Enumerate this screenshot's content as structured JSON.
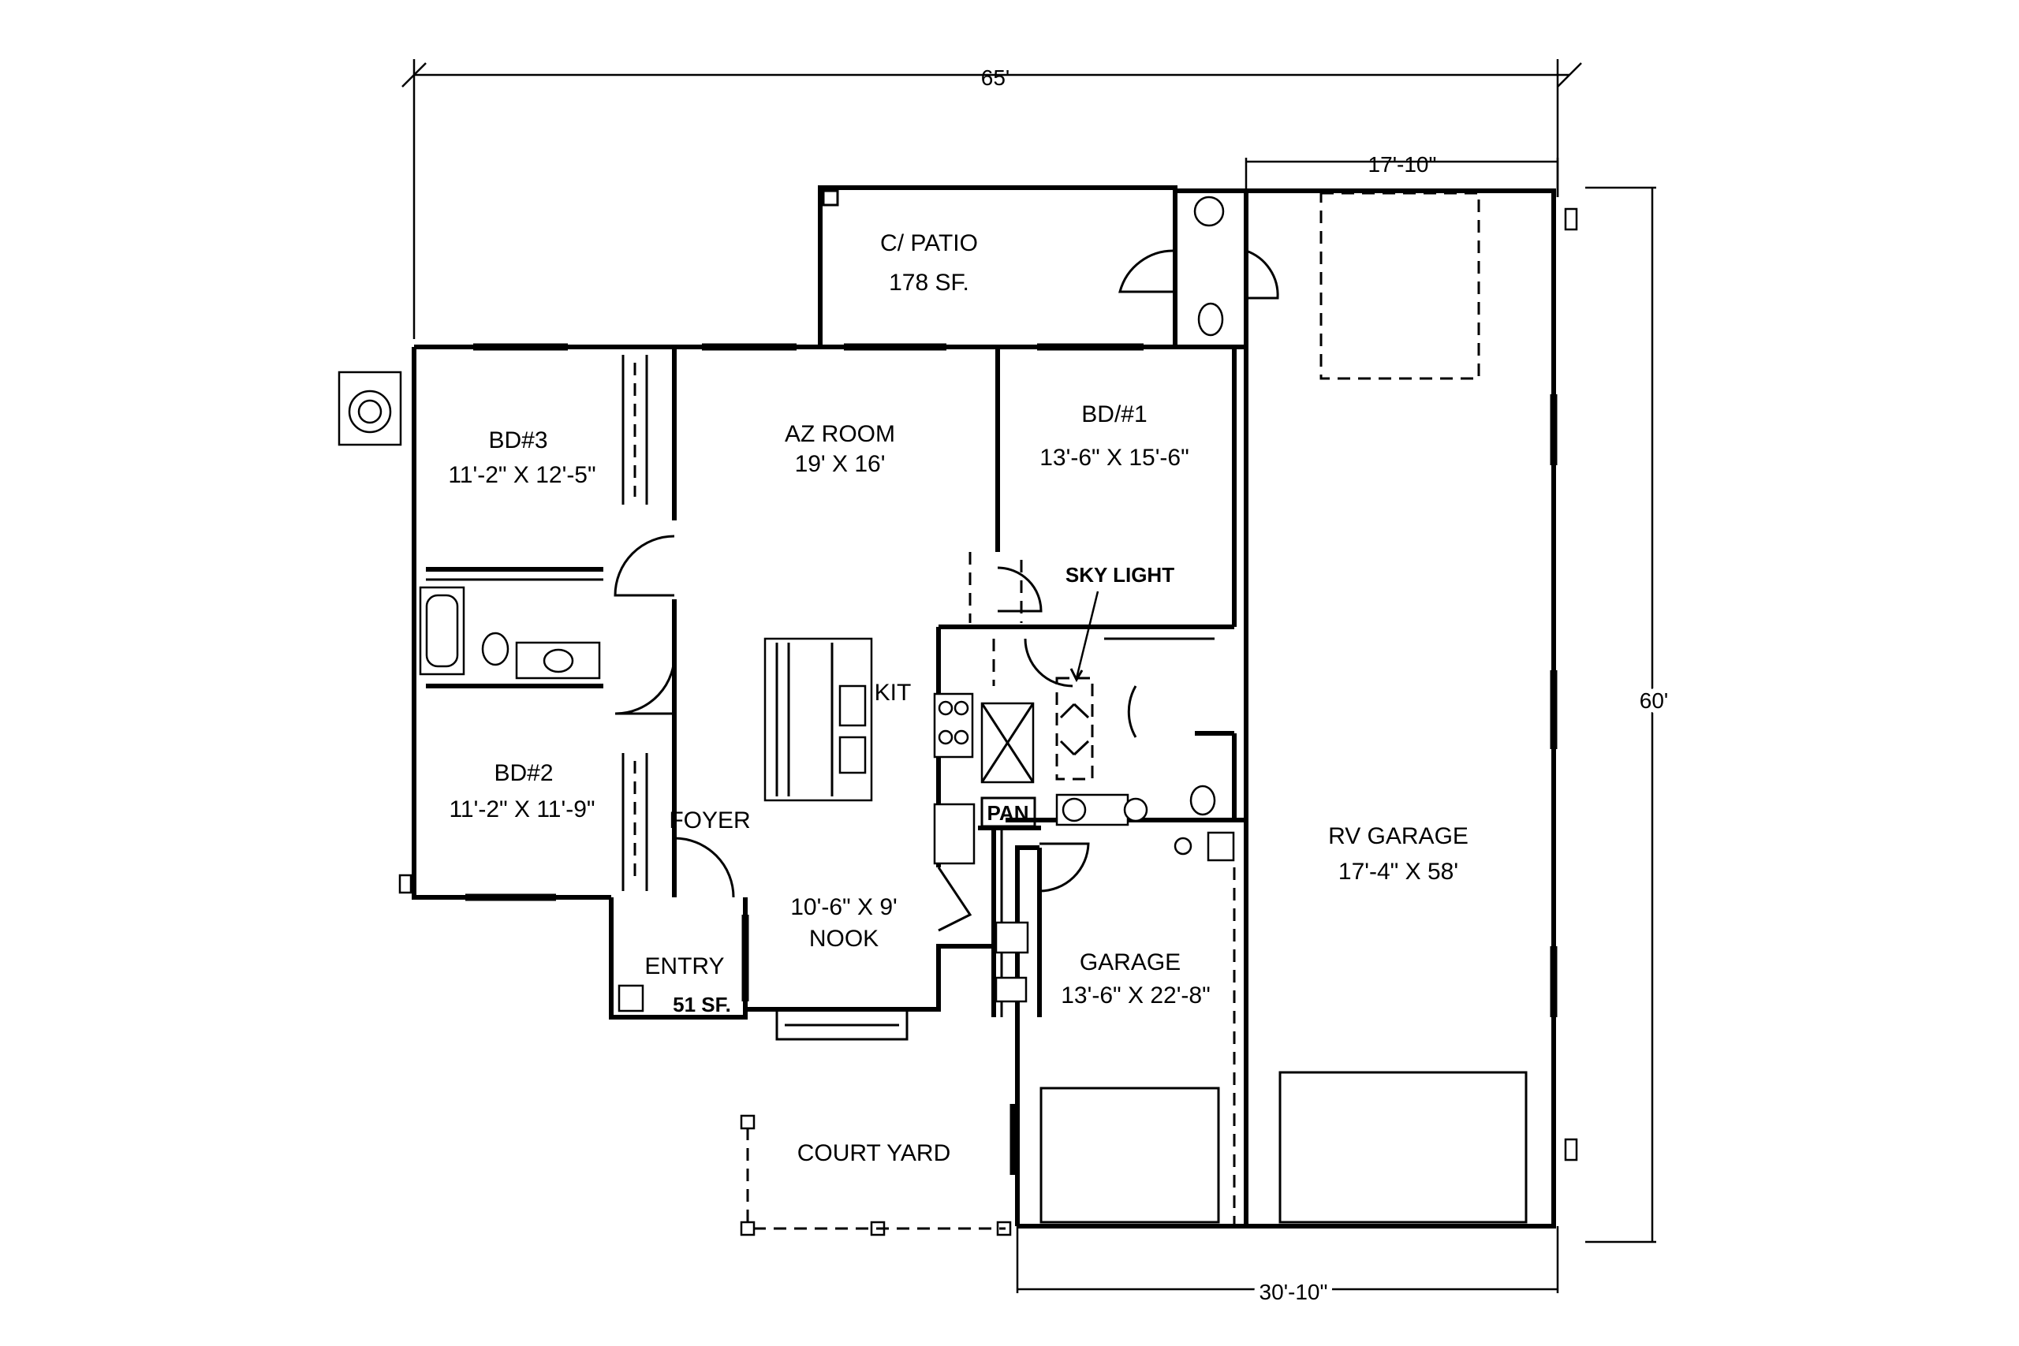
{
  "dimensions": {
    "overall_width": "65'",
    "rv_garage_width": "17'-10\"",
    "overall_depth": "60'",
    "garage_width": "30'-10\""
  },
  "rooms": {
    "patio": {
      "name": "C/ PATIO",
      "area": "178 SF."
    },
    "az_room": {
      "name": "AZ ROOM",
      "size": "19' X 16'"
    },
    "bd1": {
      "name": "BD/#1",
      "size": "13'-6\" X 15'-6\""
    },
    "bd3": {
      "name": "BD#3",
      "size": "11'-2\" X 12'-5\""
    },
    "bd2": {
      "name": "BD#2",
      "size": "11'-2\" X 11'-9\""
    },
    "kitchen": {
      "name": "KIT"
    },
    "foyer": {
      "name": "FOYER"
    },
    "nook": {
      "size": "10'-6\" X 9'",
      "name": "NOOK"
    },
    "entry": {
      "name": "ENTRY",
      "area": "51 SF."
    },
    "pantry": {
      "name": "PAN"
    },
    "garage": {
      "name": "GARAGE",
      "size": "13'-6\" X 22'-8\""
    },
    "rv_garage": {
      "name": "RV GARAGE",
      "size": "17'-4\" X 58'"
    },
    "court_yard": {
      "name": "COURT YARD"
    }
  },
  "annotations": {
    "skylight": "SKY LIGHT"
  }
}
